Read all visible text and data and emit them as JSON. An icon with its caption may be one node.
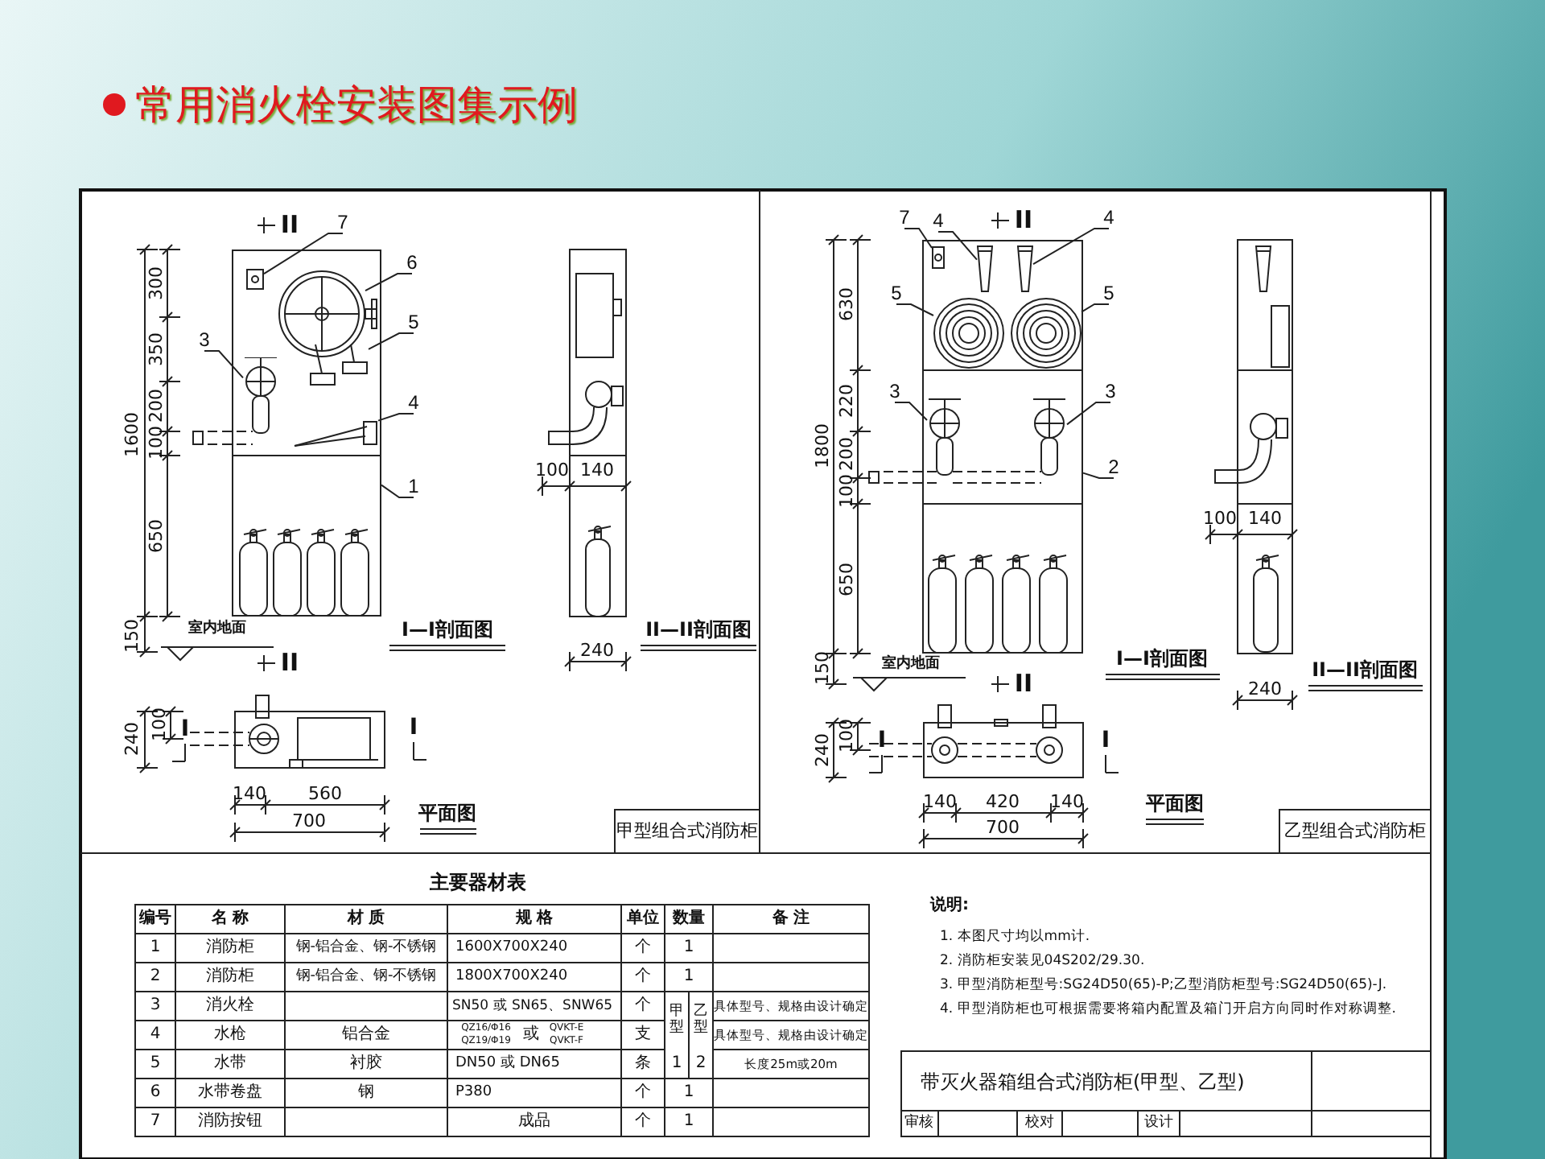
{
  "diagram": {
    "title": "常用消火栓安装图集示例",
    "nodes": [
      {
        "text": [
          "7"
        ]
      },
      {
        "text": [
          "6"
        ]
      },
      {
        "text": [
          "5"
        ]
      },
      {
        "text": [
          "3"
        ]
      },
      {
        "text": [
          "4"
        ]
      },
      {
        "text": [
          "1"
        ]
      },
      {
        "text": [
          "7"
        ]
      },
      {
        "text": [
          "4"
        ]
      },
      {
        "text": [
          "4"
        ]
      },
      {
        "text": [
          "5"
        ]
      },
      {
        "text": [
          "5"
        ]
      },
      {
        "text": [
          "3"
        ]
      },
      {
        "text": [
          "3"
        ]
      },
      {
        "text": [
          "2"
        ]
      },
      {
        "text": [],
        "shape": "box"
      },
      {
        "text": [],
        "shape": "box",
        "in": 14
      },
      {
        "text": [],
        "shape": "circle",
        "in": 14
      },
      {
        "text": [],
        "shape": "picture",
        "in": 14
      },
      {
        "text": [],
        "shape": "picture",
        "in": 14
      },
      {
        "text": [],
        "shape": "picture",
        "in": 14
      },
      {
        "text": [],
        "shape": "box"
      },
      {
        "text": [],
        "shape": "box",
        "in": 20
      },
      {
        "text": [],
        "shape": "picture",
        "in": 20
      },
      {
        "text": [],
        "shape": "picture",
        "in": 20
      },
      {
        "text": [],
        "shape": "circle",
        "in": 20
      },
      {
        "text": [],
        "shape": "circle",
        "in": 20
      },
      {
        "text": [],
        "shape": "picture",
        "in": 20
      },
      {
        "text": [],
        "shape": "picture",
        "in": 20
      }
    ],
    "edges": [
      {
        "from": 0,
        "to": 15,
        "arrow": "none"
      },
      {
        "from": 1,
        "to": 16,
        "arrow": "none"
      },
      {
        "from": 2,
        "to": 17,
        "arrow": "none"
      },
      {
        "from": 3,
        "to": 18,
        "arrow": "none"
      },
      {
        "from": 4,
        "to": 19,
        "arrow": "none"
      },
      {
        "from": 5,
        "to": 14,
        "arrow": "none"
      },
      {
        "from": 6,
        "to": 21,
        "arrow": "none"
      },
      {
        "from": 7,
        "to": 22,
        "arrow": "none"
      },
      {
        "from": 8,
        "to": 23,
        "arrow": "none"
      },
      {
        "from": 9,
        "to": 24,
        "arrow": "none"
      },
      {
        "from": 10,
        "to": 25,
        "arrow": "none"
      },
      {
        "from": 11,
        "to": 26,
        "arrow": "none"
      },
      {
        "from": 12,
        "to": 27,
        "arrow": "none"
      },
      {
        "from": 13,
        "to": 20,
        "arrow": "none"
      }
    ],
    "labels": [
      "II",
      "300",
      "350",
      "200",
      "100",
      "1600",
      "650",
      "150",
      "室内地面",
      "I—I剖面图",
      "100",
      "140",
      "240",
      "II—II剖面图",
      "II",
      "240",
      "100",
      "I",
      "I",
      "140",
      "560",
      "700",
      "平面图",
      "甲型组合式消防柜",
      "II",
      "630",
      "220",
      "200",
      "100",
      "1800",
      "650",
      "150",
      "室内地面",
      "I—I剖面图",
      "100",
      "140",
      "240",
      "II—II剖面图",
      "II",
      "240",
      "100",
      "I",
      "I",
      "140",
      "420",
      "140",
      "700",
      "平面图",
      "乙型组合式消防柜",
      "主要器材表",
      "编号",
      "名 称",
      "材 质",
      "规 格",
      "单位",
      "数量",
      "备 注",
      "1",
      "消防柜",
      "钢-铝合金、钢-不锈钢",
      "1600X700X240",
      "个",
      "1",
      "2",
      "消防柜",
      "钢-铝合金、钢-不锈钢",
      "1800X700X240",
      "个",
      "1",
      "3",
      "消火栓",
      "SN50 或 SN65、SNW65",
      "个",
      "甲型",
      "乙型",
      "具体型号、规格由设计确定",
      "4",
      "水枪",
      "铝合金",
      "QZ16/Φ16",
      "QZ19/Φ19",
      "或",
      "QVKT-E",
      "QVKT-F",
      "支",
      "具体型号、规格由设计确定",
      "5",
      "水带",
      "衬胶",
      "DN50 或 DN65",
      "条",
      "1",
      "2",
      "长度25m或20m",
      "6",
      "水带卷盘",
      "钢",
      "P380",
      "个",
      "1",
      "7",
      "消防按钮",
      "成品",
      "个",
      "1",
      "说明:",
      "1. 本图尺寸均以mm计.",
      "2. 消防柜安装见04S202/29.30.",
      "3. 甲型消防柜型号:SG24D50(65)-P;乙型消防柜型号:SG24D50(65)-J.",
      "4. 甲型消防柜也可根据需要将箱内配置及箱门开启方向同时作对称调整.",
      "带灭火器箱组合式消防柜(甲型、乙型)",
      "审核",
      "校对",
      "设计"
    ]
  }
}
